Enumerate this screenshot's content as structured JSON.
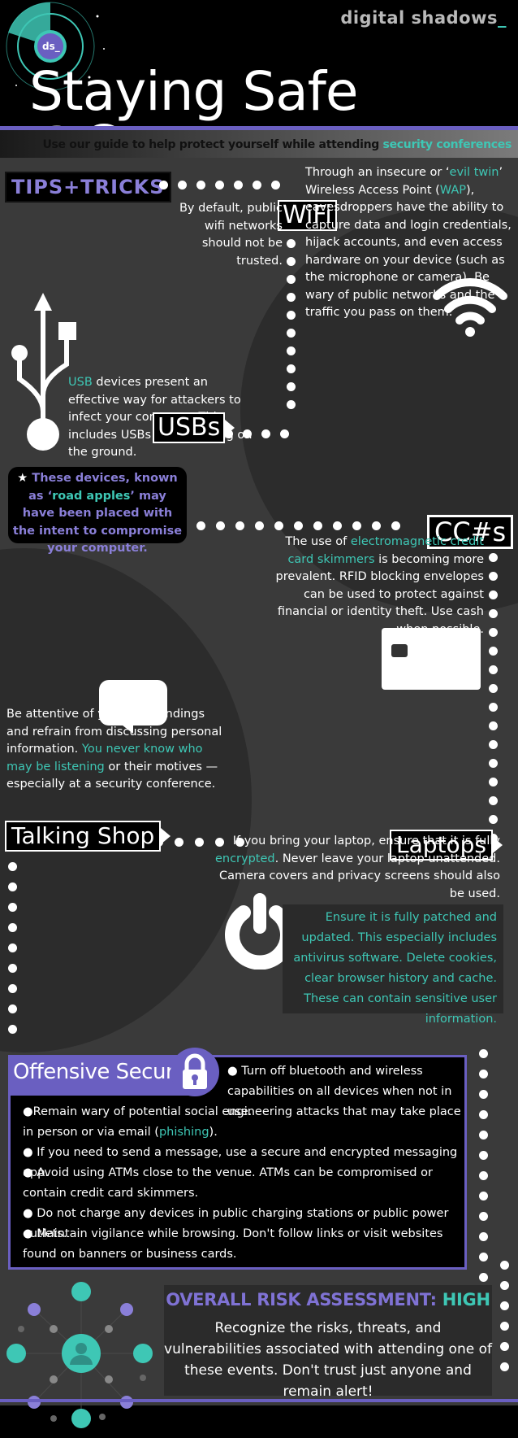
{
  "header": {
    "brand": "digital shadows",
    "brand_cursor": "_",
    "logo_text": "ds_",
    "title": "Staying Safe @Cons",
    "subtitle_prefix": "Use our guide to help protect yourself while attending ",
    "subtitle_highlight": "security conferences"
  },
  "tips_tag": "TIPS+TRICKS",
  "wifi": {
    "tag": "WiFi",
    "left_note": "By default, public wifi networks should not be trusted.",
    "text_1": "Through an insecure or ‘",
    "text_evil": "evil twin",
    "text_2": "’ Wireless Access Point (",
    "text_wap": "WAP",
    "text_3": "), eavesdroppers have the ability to capture data and login credentials, hijack accounts, and even access hardware on your device (such as the microphone or camera). Be wary of public networks and the traffic you pass on them.",
    "icon": "wifi-icon"
  },
  "usb": {
    "tag": "USBs",
    "text_usb": "USB",
    "text_body": " devices present an effective way for attackers to infect your computer. This includes USBs that are lying on the ground.",
    "note_pre": "These devices, known as ‘",
    "note_hl": "road apples",
    "note_post": "’ may have been placed with the intent to compromise your computer.",
    "icon": "usb-icon"
  },
  "cc": {
    "tag": "CC#s",
    "text_1": "The use of ",
    "text_hl": "electromagnetic credit card skimmers",
    "text_2": " is becoming more prevalent. RFID blocking envelopes can be used to protect against financial or identity theft. Use cash when possible.",
    "icon": "credit-card-icon"
  },
  "talking": {
    "tag": "Talking Shop",
    "text_1": "Be attentive of your surroundings and refrain from discussing personal information. ",
    "text_hl": "You never know who may be listening",
    "text_2": " or their motives —especially at a security conference.",
    "icon": "speech-bubble-icon"
  },
  "laptops": {
    "tag": "Laptops",
    "text_1": "If you bring your laptop, ensure that it is fully ",
    "text_hl": "encrypted",
    "text_2": ". Never leave your laptop unattended. Camera covers and privacy screens should also be used.",
    "note": "Ensure it is fully patched and updated. This especially includes antivirus software. Delete cookies, clear browser history and cache. These can contain sensitive user information.",
    "icon": "power-icon"
  },
  "offensive": {
    "title": "Offensive Security",
    "icon": "padlock-icon",
    "b1": "Turn off bluetooth and wireless capabilities on all devices when not in use.",
    "b2_pre": "Remain wary of potential social engineering attacks that may take place in person or via email (",
    "b2_hl": "phishing",
    "b2_post": ").",
    "b3": "If you need to send a message, use a secure and encrypted messaging app.",
    "b4": "Avoid using ATMs close to the venue. ATMs can be compromised or contain credit card skimmers.",
    "b5": "Do not charge any devices in public charging stations or public power outlets.",
    "b6": "Maintain vigilance while browsing. Don't follow links or visit websites found on banners or business cards."
  },
  "risk": {
    "title_pre": "OVERALL RISK ASSESSMENT: ",
    "title_hl": "HIGH",
    "body": "Recognize the risks, threats, and vulnerabilities associated with attending one of these events. Don't trust just anyone and remain alert!",
    "icon": "network-icon"
  },
  "colors": {
    "accent": "#3ec7b5",
    "purple": "#6a5fc1",
    "bg": "#3a3a3a"
  }
}
